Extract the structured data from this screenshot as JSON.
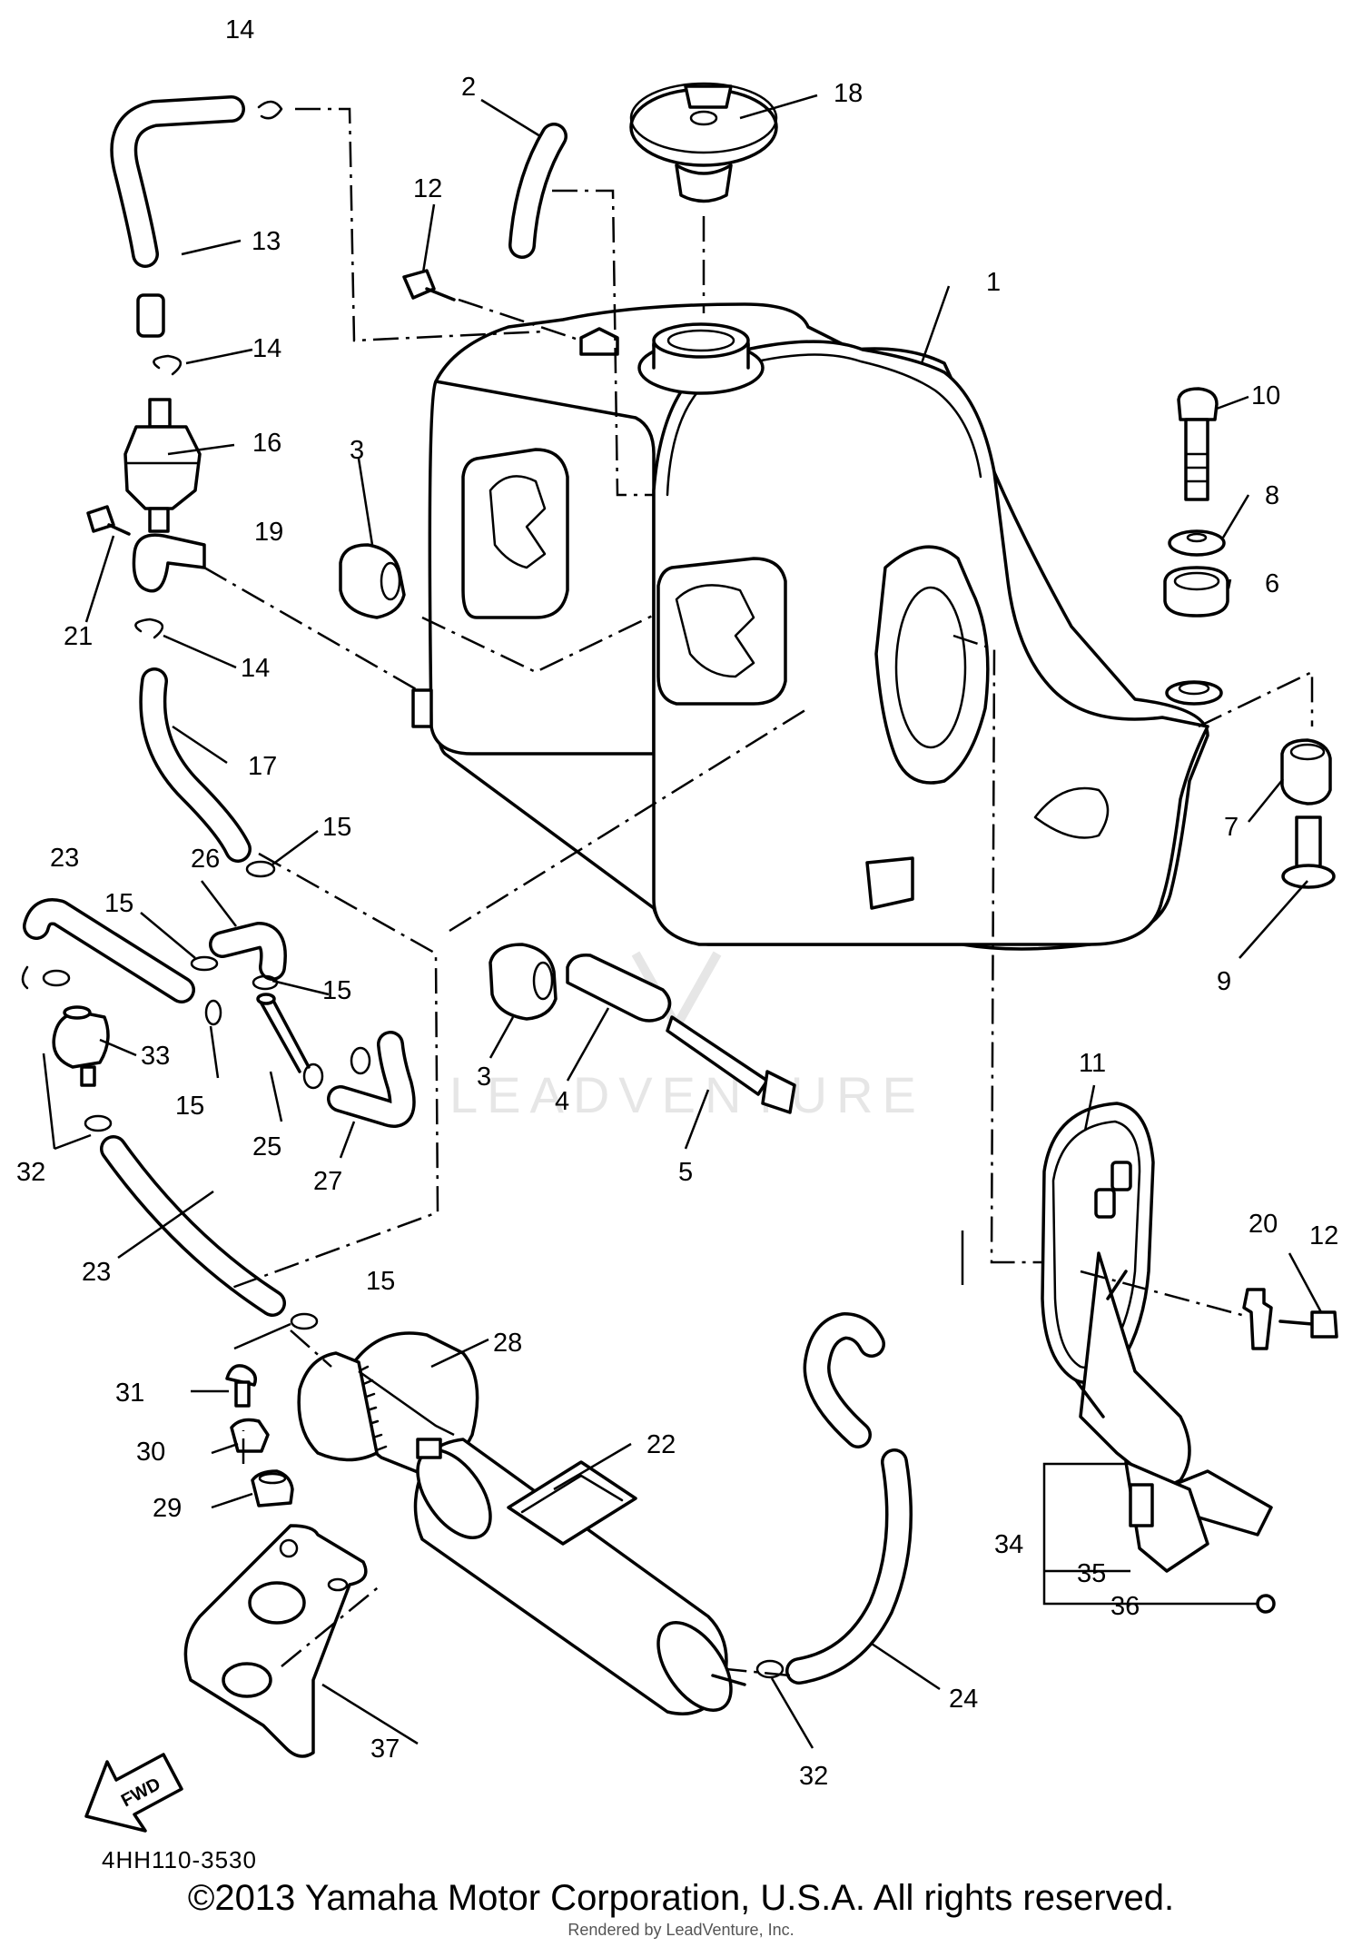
{
  "diagram": {
    "callouts": [
      "1",
      "2",
      "3",
      "3",
      "4",
      "5",
      "6",
      "7",
      "8",
      "9",
      "10",
      "11",
      "12",
      "12",
      "13",
      "14",
      "14",
      "14",
      "15",
      "15",
      "15",
      "15",
      "15",
      "16",
      "17",
      "18",
      "19",
      "20",
      "21",
      "22",
      "23",
      "23",
      "24",
      "25",
      "26",
      "27",
      "28",
      "29",
      "30",
      "31",
      "32",
      "32",
      "33",
      "34",
      "35",
      "36",
      "37"
    ],
    "watermark": "LEADVENTURE",
    "fwd_label": "FWD"
  },
  "footer": {
    "code": "4HH110-3530",
    "copyright": "©2013 Yamaha Motor Corporation, U.S.A. All rights reserved.",
    "rendered_by": "Rendered by LeadVenture, Inc."
  }
}
